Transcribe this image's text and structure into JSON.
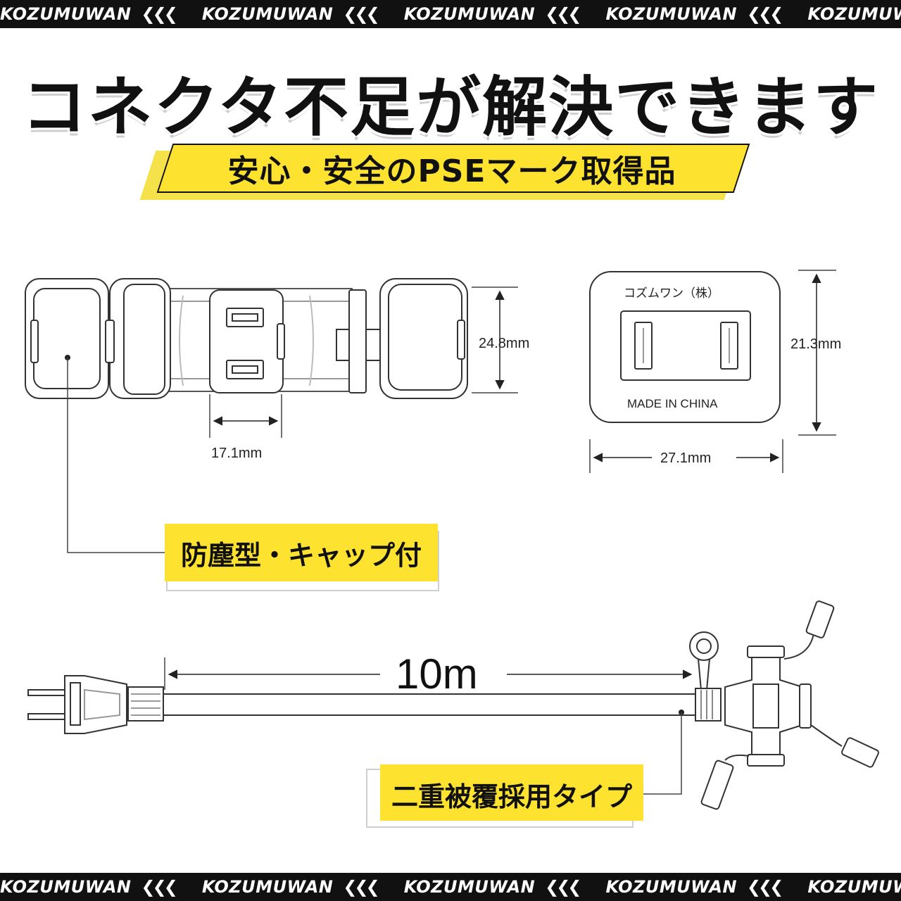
{
  "brand_band": {
    "brand": "KOZUMUWAN",
    "chevrons": "❮❮❮"
  },
  "headline": "コネクタ不足が解決できます",
  "subtitle": "安心・安全のPSEマーク取得品",
  "dimensions": {
    "outlet_width": "17.1mm",
    "outlet_height": "24.8mm",
    "plate_height": "21.3mm",
    "plate_width": "27.1mm",
    "cord_length": "10m"
  },
  "plate": {
    "maker": "コズムワン（株）",
    "origin": "MADE IN CHINA"
  },
  "callouts": {
    "dustproof": "防塵型・キャップ付",
    "double_insulation": "二重被覆採用タイプ"
  },
  "colors": {
    "accent_yellow": "#fde32f",
    "band_black": "#111111"
  }
}
